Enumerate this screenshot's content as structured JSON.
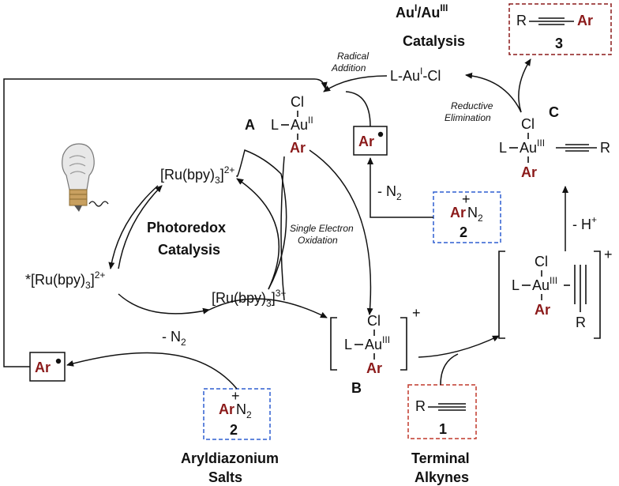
{
  "title_catalysis": "Catalysis",
  "au_pair": {
    "au": "Au",
    "I": "I",
    "slash": "/Au",
    "III": "III"
  },
  "photoredox": {
    "line1": "Photoredox",
    "line2": "Catalysis"
  },
  "labels": {
    "A": "A",
    "B": "B",
    "C": "C",
    "one": "1",
    "two": "2",
    "three": "3"
  },
  "steps": {
    "radical_addition_1": "Radical",
    "radical_addition_2": "Addition",
    "reductive_elim_1": "Reductive",
    "reductive_elim_2": "Elimination",
    "seo_1": "Single Electron",
    "seo_2": "Oxidation"
  },
  "species": {
    "ru2_plus": "[Ru(bpy)",
    "ru3_plus": "[Ru(bpy)",
    "ru_excited": "*[Ru(bpy)",
    "sub3": "3",
    "charge2": "2+",
    "charge3": "3+",
    "l_au_cl": "L-Au",
    "cl_tail": "-Cl",
    "cl": "Cl",
    "l": "L",
    "au": "Au",
    "ar": "Ar",
    "R": "R",
    "n2": "N",
    "n2_sub": "2",
    "plus": "+",
    "minus_n2": "- N",
    "minus_h": "- H",
    "II": "II",
    "III": "III",
    "I": "I"
  },
  "bottom": {
    "aryl_1": "Aryldiazonium",
    "aryl_2": "Salts",
    "alkyne_1": "Terminal",
    "alkyne_2": "Alkynes"
  },
  "colors": {
    "ar": "#8b1a1a",
    "red_box": "#c0392b",
    "blue_box": "#2f5fd0"
  }
}
